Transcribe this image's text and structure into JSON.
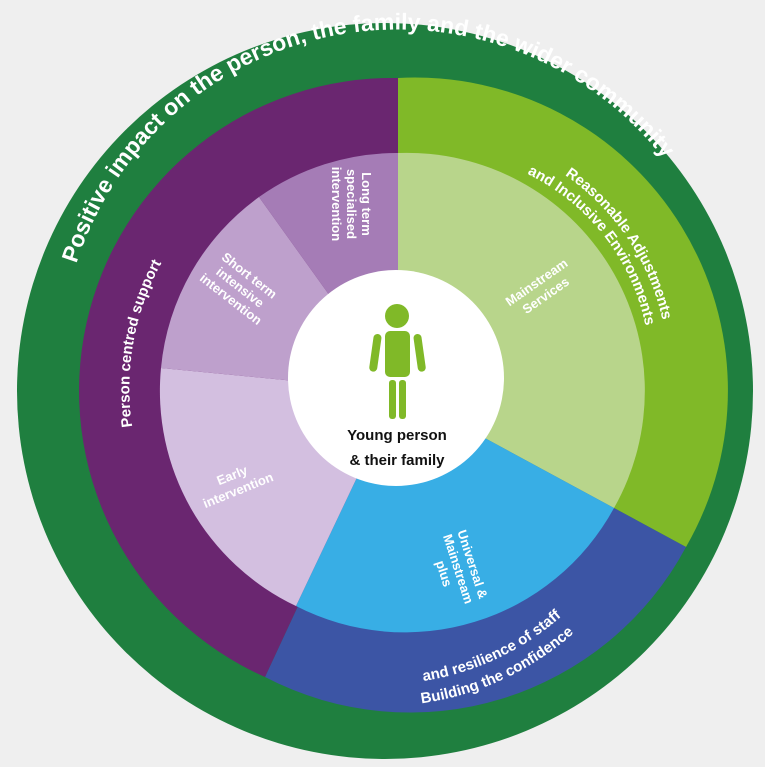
{
  "outer_ring": {
    "text": "Positive impact on the person, the family and the wider community"
  },
  "middle_ring": {
    "person_centred": "Person centred support",
    "reasonable_line1": "Reasonable Adjustments",
    "reasonable_line2": "and Inclusive Environments",
    "building_line1": "Building the confidence",
    "building_line2": "and resilience of staff"
  },
  "inner_segments": {
    "long_term": [
      "Long term",
      "specialised",
      "intervention"
    ],
    "short_term": [
      "Short term",
      "intensive",
      "intervention"
    ],
    "early": [
      "Early",
      "intervention"
    ],
    "mainstream": [
      "Mainstream",
      "Services"
    ],
    "universal": [
      "Universal &",
      "Mainstream",
      "plus"
    ]
  },
  "center": {
    "line1": "Young person",
    "line2": "& their family"
  },
  "colors": {
    "background": "#efefef",
    "outer_green": "#1f7f3f",
    "purple": "#6a2670",
    "lime": "#80b928",
    "blue_ring": "#3c55a5",
    "long_term": "#a57cb6",
    "short_term": "#bea0cc",
    "early": "#d3bfe0",
    "mainstream": "#b8d58b",
    "universal": "#38aee5",
    "person_icon": "#80b928"
  }
}
